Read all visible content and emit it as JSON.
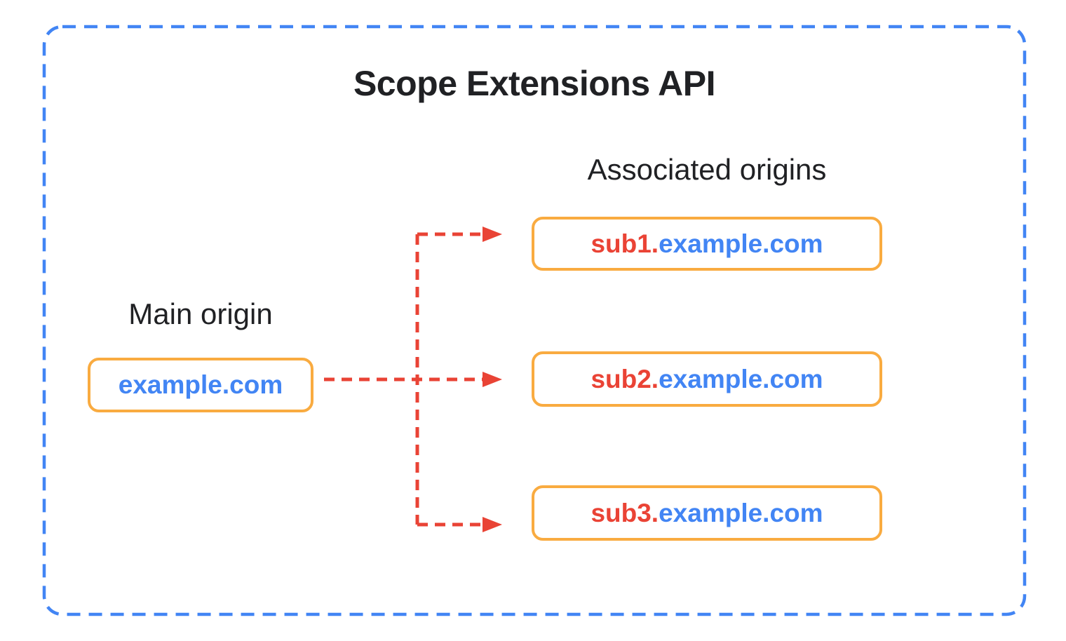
{
  "diagram": {
    "title": "Scope Extensions API",
    "main_origin": {
      "label": "Main origin",
      "domain": "example.com"
    },
    "associated_origins": {
      "label": "Associated origins",
      "items": [
        {
          "subdomain": "sub1.",
          "domain": "example.com"
        },
        {
          "subdomain": "sub2.",
          "domain": "example.com"
        },
        {
          "subdomain": "sub3.",
          "domain": "example.com"
        }
      ]
    },
    "colors": {
      "outer_border": "#4285F4",
      "box_border": "#F9AB40",
      "domain_blue": "#4285F4",
      "subdomain_red": "#EA4335",
      "arrow_red": "#E94335",
      "heading_text": "#202124"
    }
  }
}
